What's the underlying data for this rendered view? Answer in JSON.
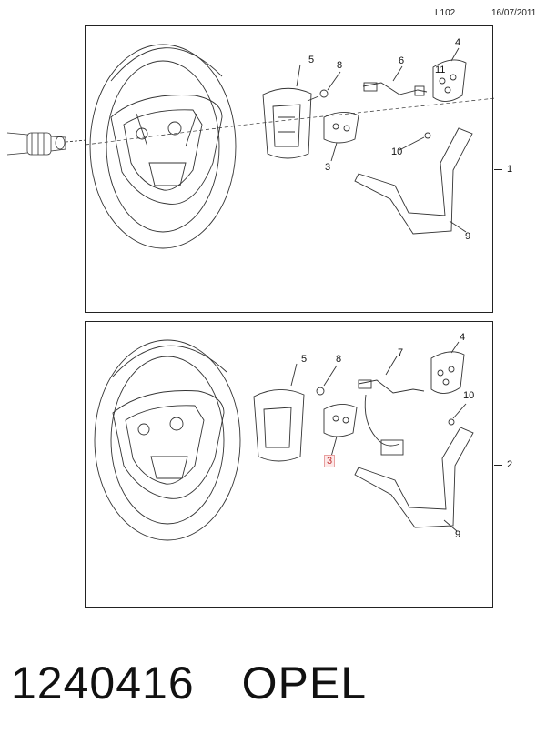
{
  "header": {
    "code": "L102",
    "date": "16/07/2011"
  },
  "panels": [
    {
      "label": "1",
      "callouts": [
        "5",
        "8",
        "6",
        "4",
        "11",
        "3",
        "10",
        "9"
      ]
    },
    {
      "label": "2",
      "callouts": [
        "5",
        "8",
        "7",
        "4",
        "10",
        "3",
        "9"
      ]
    }
  ],
  "footer": {
    "part_number": "1240416",
    "brand": "OPEL"
  },
  "colors": {
    "line": "#222222",
    "highlight": "#c03030"
  }
}
